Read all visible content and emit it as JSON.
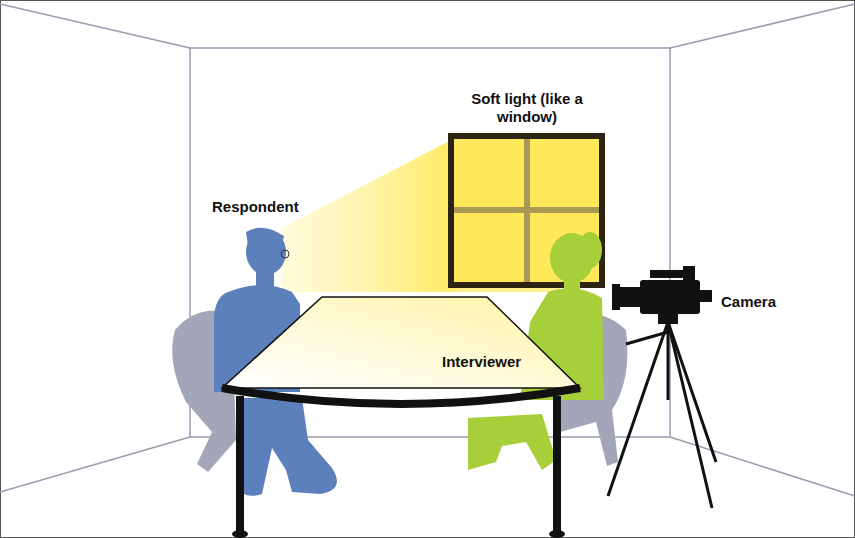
{
  "diagram": {
    "labels": [
      "Soft light (like a window)",
      "Respondent",
      "Interviewer",
      "Camera"
    ]
  }
}
